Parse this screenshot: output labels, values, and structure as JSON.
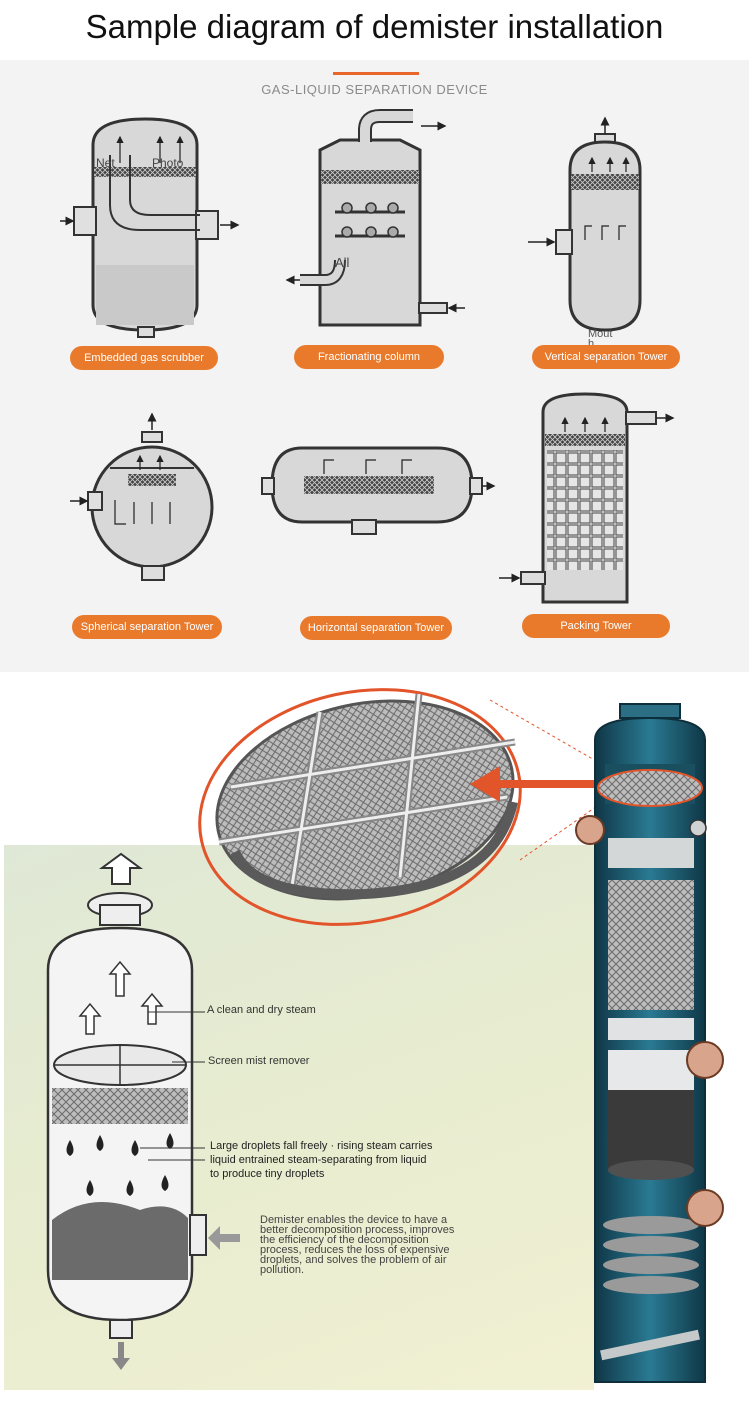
{
  "title": "Sample diagram of demister installation",
  "subtitle": "GAS-LIQUID SEPARATION DEVICE",
  "devices": [
    {
      "label": "Embedded gas scrubber"
    },
    {
      "label": "Fractionating column"
    },
    {
      "label": "Vertical separation Tower"
    },
    {
      "label": "Spherical separation Tower"
    },
    {
      "label": "Horizontal separation Tower"
    },
    {
      "label": "Packing Tower"
    }
  ],
  "overlay_text": {
    "net": "Net",
    "photo": "Photo",
    "all": "All",
    "mouth_1": "Mout",
    "mouth_2": "h"
  },
  "annotations": {
    "clean_steam": "A clean and dry steam",
    "screen_mist": "Screen mist remover",
    "droplets_1": "Large droplets fall freely · rising steam carries",
    "droplets_2": "liquid entrained steam-separating from liquid",
    "droplets_3": "to produce tiny droplets",
    "demister_1": "Demister enables the device to have a",
    "demister_2": "better decomposition process, improves",
    "demister_3": "the efficiency of the decomposition",
    "demister_4": "process, reduces the loss of expensive",
    "demister_5": "droplets, and solves the problem of air",
    "demister_6": "pollution."
  },
  "colors": {
    "accent": "#ea7a2b",
    "vessel_fill": "#dadada",
    "vessel_stroke": "#333333",
    "tower_blue": "#1d5a6e",
    "highlight": "#e2542a"
  }
}
